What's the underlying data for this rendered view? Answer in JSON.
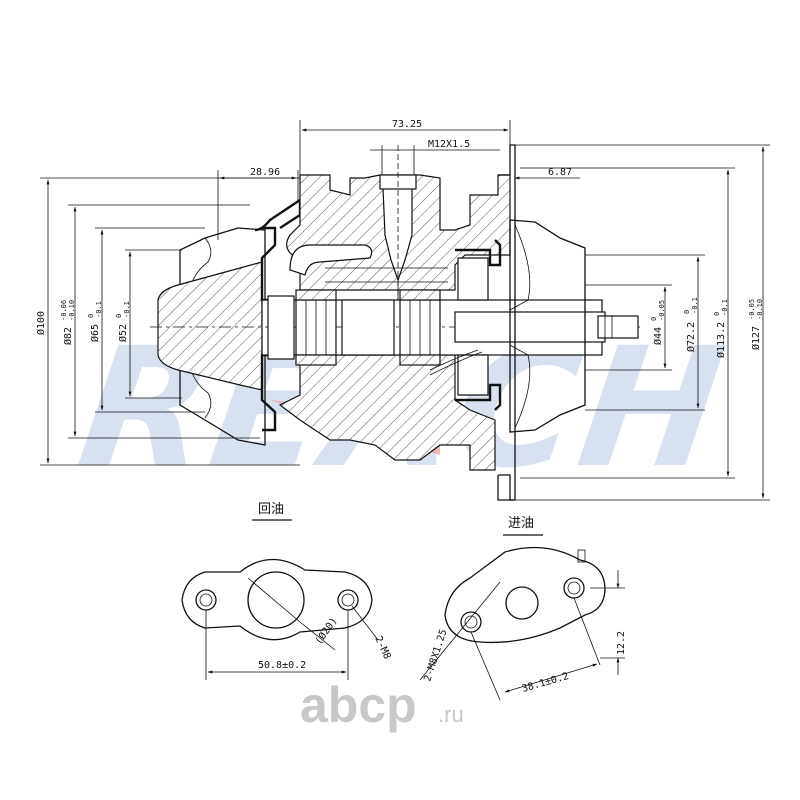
{
  "watermark": {
    "text": "REACH",
    "color": "#2a5caa"
  },
  "brand": {
    "logo_text": "abcp",
    "suffix": ".ru"
  },
  "dimensions": {
    "top_length": "73.25",
    "thread": "M12X1.5",
    "left_offset": "28.96",
    "right_offset": "6.87",
    "d100": "Ø100",
    "d82": "Ø82",
    "d82_tol_up": "-0.06",
    "d82_tol_dn": "-0.10",
    "d65": "Ø65",
    "d65_tol_up": "0",
    "d65_tol_dn": "-0.1",
    "d52": "Ø52",
    "d52_tol_up": "0",
    "d52_tol_dn": "-0.1",
    "d44": "Ø44",
    "d44_tol_up": "0",
    "d44_tol_dn": "-0.05",
    "d72": "Ø72.2",
    "d72_tol_up": "0",
    "d72_tol_dn": "-0.1",
    "d113": "Ø113.2",
    "d113_tol_up": "0",
    "d113_tol_dn": "-0.1",
    "d127": "Ø127",
    "d127_tol_up": "-0.05",
    "d127_tol_dn": "-0.10"
  },
  "return_flange": {
    "title": "回油",
    "spacing": "50.8±0.2",
    "bolt": "2-M8",
    "hole": "(Ø20)"
  },
  "inlet_flange": {
    "title": "进油",
    "bolt": "2-M8X1.25",
    "spacing": "38.1±0.2",
    "height": "12.2"
  }
}
